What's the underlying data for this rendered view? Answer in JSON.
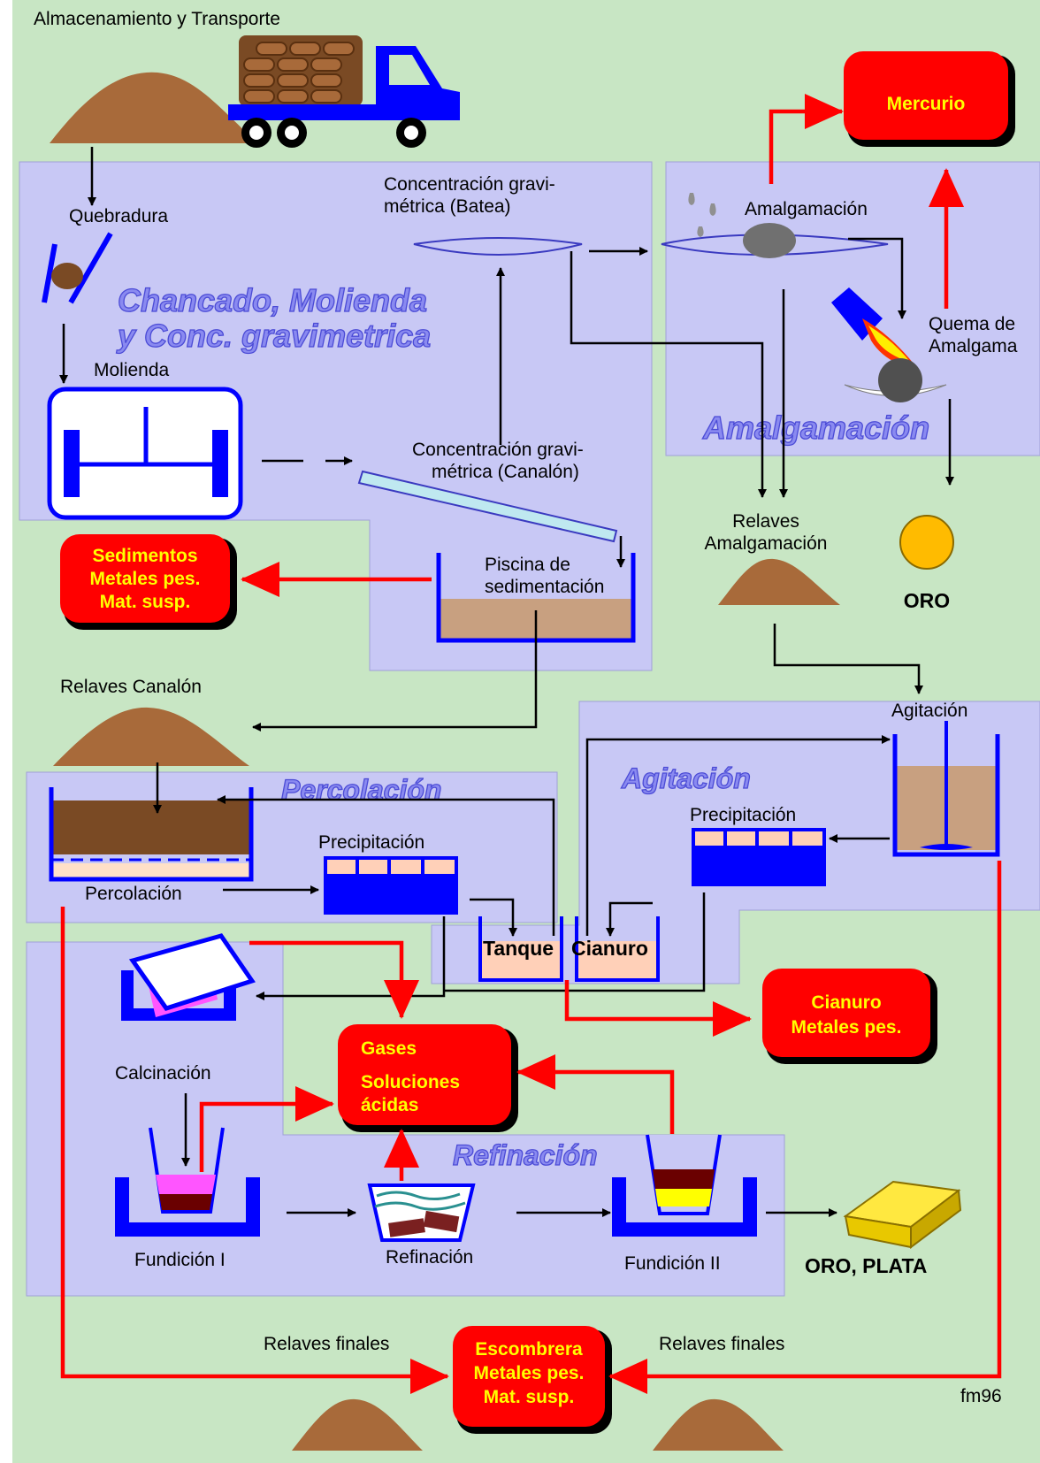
{
  "header": {
    "title": "Almacenamiento y Transporte"
  },
  "zones": {
    "chancado": "Chancado, Molienda",
    "chancado2": "y Conc. gravimetrica",
    "amalgamacion": "Amalgamación",
    "percolacion": "Percolación",
    "agitacion": "Agitación",
    "refinacion": "Refinación"
  },
  "labels": {
    "quebradura": "Quebradura",
    "molienda": "Molienda",
    "batea1": "Concentración gravi-",
    "batea2": "métrica (Batea)",
    "canalon1": "Concentración gravi-",
    "canalon2": "métrica (Canalón)",
    "amalgamacion": "Amalgamación",
    "quema1": "Quema de",
    "quema2": "Amalgama",
    "relaves_amal1": "Relaves",
    "relaves_amal2": "Amalgamación",
    "oro": "ORO",
    "piscina1": "Piscina de",
    "piscina2": "sedimentación",
    "relaves_canalon": "Relaves Canalón",
    "agitacion": "Agitación",
    "precip_agit": "Precipitación",
    "precip_perc": "Precipitación",
    "percolacion": "Percolación",
    "tanque": "Tanque",
    "cianuro": "Cianuro",
    "calcinacion": "Calcinación",
    "fundicion1": "Fundición I",
    "refinacion": "Refinación",
    "fundicion2": "Fundición II",
    "oro_plata": "ORO, PLATA",
    "relaves_finales_left": "Relaves finales",
    "relaves_finales_right": "Relaves finales",
    "credit": "fm96"
  },
  "outputs": {
    "mercurio": "Mercurio",
    "sedimentos": [
      "Sedimentos",
      "Metales pes.",
      "Mat. susp."
    ],
    "cianuro_metales": [
      "Cianuro",
      "Metales pes."
    ],
    "gases": [
      "Gases",
      "Soluciones",
      "ácidas"
    ],
    "escombrera": [
      "Escombrera",
      "Metales pes.",
      "Mat. susp."
    ]
  },
  "colors": {
    "background": "#c8e6c4",
    "zone": "#c8c8f5",
    "red_box": "#ff0000",
    "red_text": "#ffff00",
    "ore": "#a86a3a",
    "equipment": "#0000ff",
    "gold": "#ffbb00"
  }
}
